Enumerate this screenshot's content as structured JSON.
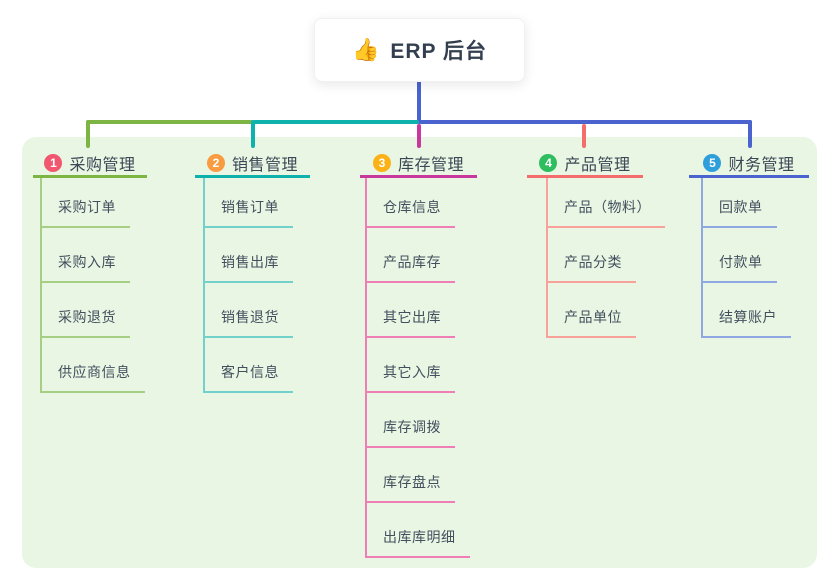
{
  "root": {
    "icon": "👍",
    "label": "ERP 后台",
    "line_color": "#4A63CE"
  },
  "canvas": {
    "background": "#ffffff",
    "panel_background": "#EAF6E4",
    "text_color": "#3A4754"
  },
  "branches": [
    {
      "num": "1",
      "label": "采购管理",
      "badge_color": "#F1586F",
      "line_color": "#7CB544",
      "child_line_color": "#A6CF83",
      "children": [
        "采购订单",
        "采购入库",
        "采购退货",
        "供应商信息"
      ]
    },
    {
      "num": "2",
      "label": "销售管理",
      "badge_color": "#F99B40",
      "line_color": "#0CB2AB",
      "child_line_color": "#72D1CA",
      "children": [
        "销售订单",
        "销售出库",
        "销售退货",
        "客户信息"
      ]
    },
    {
      "num": "3",
      "label": "库存管理",
      "badge_color": "#FCB217",
      "line_color": "#C9389C",
      "child_line_color": "#F07EB6",
      "children": [
        "仓库信息",
        "产品库存",
        "其它出库",
        "其它入库",
        "库存调拨",
        "库存盘点",
        "出库库明细"
      ]
    },
    {
      "num": "4",
      "label": "产品管理",
      "badge_color": "#2EBD5F",
      "line_color": "#F56C6C",
      "child_line_color": "#F8A09A",
      "children": [
        "产品（物料）",
        "产品分类",
        "产品单位"
      ]
    },
    {
      "num": "5",
      "label": "财务管理",
      "badge_color": "#2E9FDB",
      "line_color": "#4A63CE",
      "child_line_color": "#8FA8E1",
      "children": [
        "回款单",
        "付款单",
        "结算账户"
      ]
    }
  ]
}
